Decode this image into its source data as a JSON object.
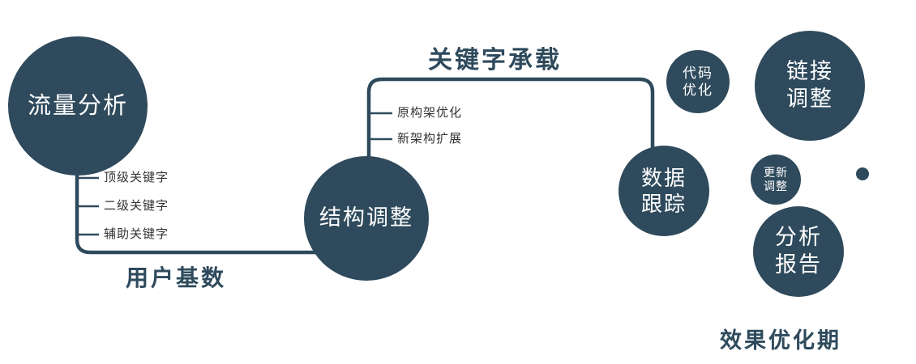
{
  "colors": {
    "primary": "#2e4a5c",
    "background": "#ffffff",
    "tick_label": "#333333"
  },
  "nodes": {
    "traffic": {
      "label": "流量分析"
    },
    "structure": {
      "label": "结构调整"
    },
    "tracking": {
      "label": "数据\n跟踪"
    },
    "code": {
      "label": "代码\n优化"
    },
    "link": {
      "label": "链接\n调整"
    },
    "update": {
      "label": "更新\n调整"
    },
    "report": {
      "label": "分析\n报告"
    }
  },
  "edges": {
    "keyword_carrying": "关键字承载",
    "user_base": "用户基数"
  },
  "left_ticks": [
    "顶级关键字",
    "二级关键字",
    "辅助关键字"
  ],
  "mid_ticks": [
    "原构架优化",
    "新架构扩展"
  ],
  "caption": "效果优化期"
}
